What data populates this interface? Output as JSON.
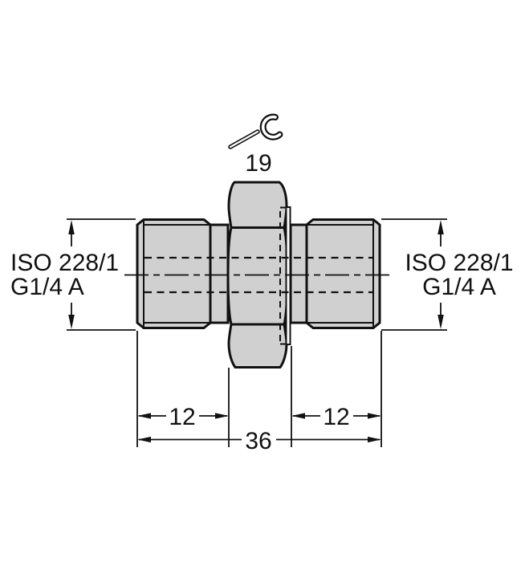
{
  "drawing": {
    "wrench": {
      "size": "19"
    },
    "ports": {
      "left": {
        "standard": "ISO 228/1",
        "thread": "G1/4 A"
      },
      "right": {
        "standard": "ISO 228/1",
        "thread": "G1/4 A"
      }
    },
    "dimensions": {
      "left_thread_length": "12",
      "right_thread_length": "12",
      "overall_length": "36"
    },
    "colors": {
      "body_fill": "#d0d0d0",
      "line": "#111111",
      "background": "#ffffff"
    }
  }
}
